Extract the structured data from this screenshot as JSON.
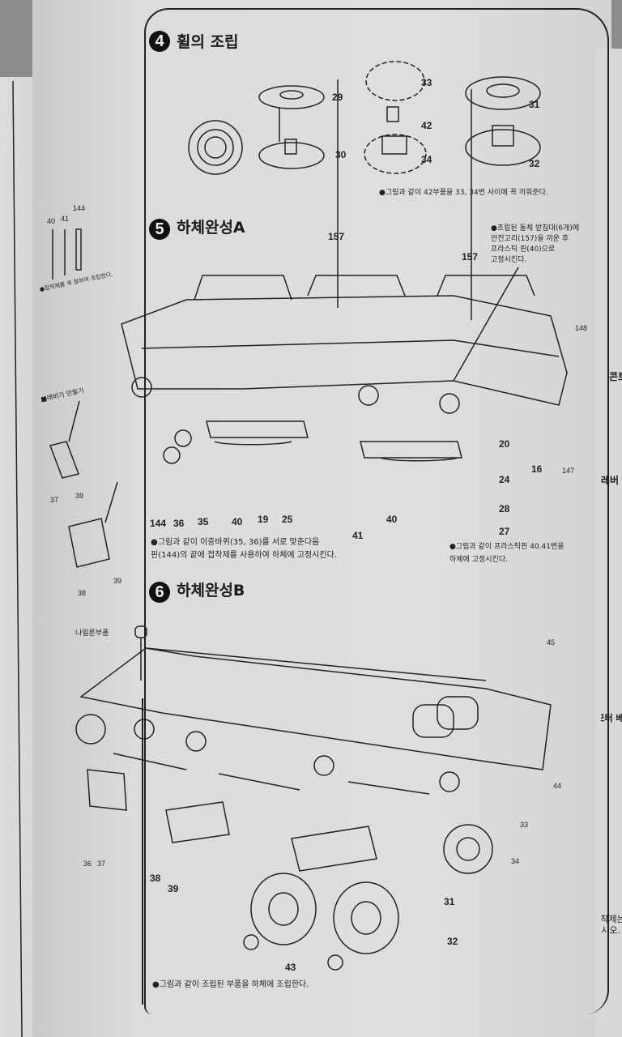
{
  "step4": {
    "number": "4",
    "title": "휠의 조립",
    "parts": [
      "29",
      "30",
      "33",
      "42",
      "34",
      "31",
      "32"
    ],
    "note": "●그림과 같이 42부품을 33, 34번 사이에 꼭 끼워준다."
  },
  "step5": {
    "number": "5",
    "title": "하체완성A",
    "callout": [
      "●조립된 동체 받침대(6개)에",
      "안전고리(157)을 끼운 후",
      "프라스틱 핀(40)으로",
      "고정시킨다."
    ],
    "parts": [
      "157",
      "157",
      "148",
      "16",
      "147",
      "20",
      "24",
      "28",
      "27",
      "41",
      "40",
      "144",
      "36",
      "35",
      "40",
      "19",
      "25"
    ],
    "note_left": [
      "●그림과 같이 이중바퀴(35, 36)를 서로 맞춘다음",
      "핀(144)의 끝에 접착제를 사용하여 하체에 고정시킨다."
    ],
    "note_right": [
      "●그림과 같이 프라스틱핀 40.41번을",
      "하체에 고정시킨다."
    ]
  },
  "step6": {
    "number": "6",
    "title": "하체완성B",
    "nylon_label": "나일론부품",
    "parts": [
      "45",
      "44",
      "33",
      "34",
      "31",
      "32",
      "43",
      "38",
      "39",
      "36",
      "37"
    ],
    "note": "●그림과 같이 조립된 부품을 하체에 조립한다."
  },
  "left_page": {
    "pins": [
      "40",
      "41",
      "144"
    ],
    "pin_note": "●접착제를 꼭 칠하여 조립한다.",
    "section": "■레버기 만들기",
    "parts": [
      "39",
      "37",
      "39",
      "38"
    ]
  },
  "right_page": {
    "heading1": "콘트",
    "heading2": "레버",
    "heading3": "■모터 베",
    "warning": [
      "※접착제는",
      "마십시오."
    ]
  }
}
